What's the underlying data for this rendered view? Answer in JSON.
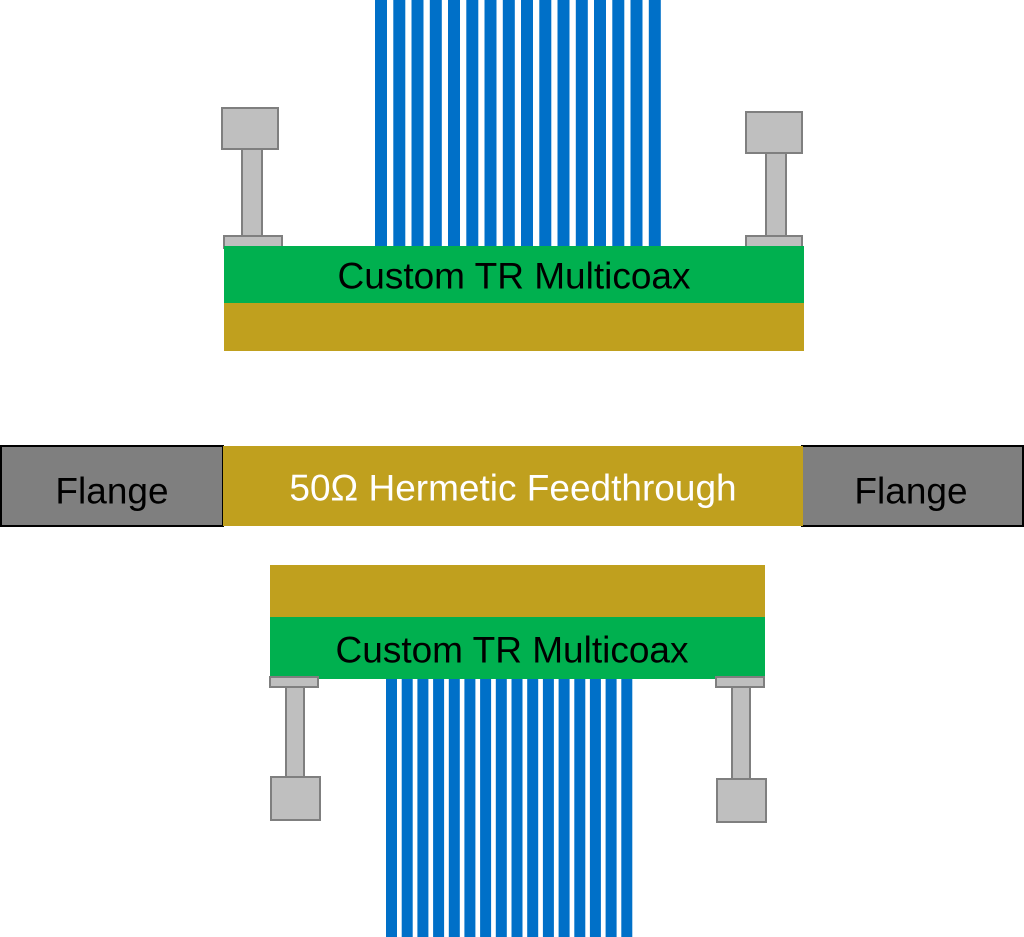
{
  "top_assembly": {
    "label": "Custom TR Multicoax",
    "cable_count": 16
  },
  "feedthrough": {
    "label": "50Ω Hermetic Feedthrough",
    "flange_left": "Flange",
    "flange_right": "Flange"
  },
  "bottom_assembly": {
    "label": "Custom TR Multicoax",
    "cable_count": 16
  },
  "colors": {
    "cable": "#0070c8",
    "board": "#00b04f",
    "gold": "#c0a01e",
    "flange": "#7f7f7f",
    "screw": "#bfbfbf",
    "outline": "#7f7f7f",
    "label_dark": "#000000",
    "label_light": "#ffffff"
  }
}
